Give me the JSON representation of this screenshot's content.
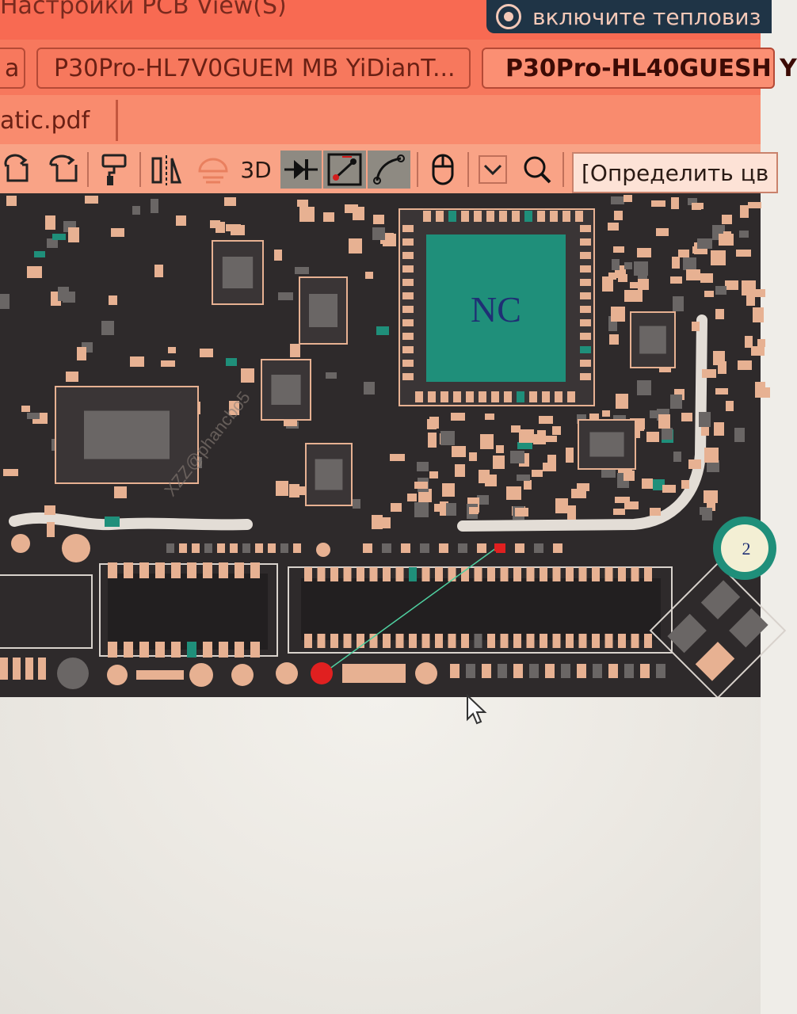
{
  "window": {
    "menu_text": "Настройки PCB View(S)",
    "hint_text": "включите тепловиз"
  },
  "tabs": [
    {
      "label": "a",
      "active": false
    },
    {
      "label": "P30Pro-HL7V0GUEM MB YiDianT...",
      "active": false
    },
    {
      "label": "P30Pro-HL40GUESH Y",
      "active": true
    }
  ],
  "file_tab": {
    "label": "atic.pdf"
  },
  "toolbar": {
    "icons": [
      "rotate-left-icon",
      "rotate-right-icon",
      "paint-roller-icon",
      "mirror-icon",
      "heat-icon",
      "3d-toggle",
      "diode-icon",
      "net-highlight-icon",
      "route-curve-icon",
      "mouse-icon",
      "dropdown-icon",
      "search-icon"
    ],
    "label_3d": "3D",
    "pressed": [
      "diode-icon",
      "net-highlight-icon",
      "route-curve-icon"
    ],
    "combo_text": "[Определить цв"
  },
  "board": {
    "chip_label": "NC",
    "test_point_label": "2",
    "watermark": "XZZ@phancbo5",
    "colors": {
      "board": "#2e2a2b",
      "pad": "#e7b192",
      "pad_dark": "#6a6665",
      "teal": "#1f8f7a",
      "selected": "#e02020",
      "net_line": "#4fd0a0"
    }
  }
}
